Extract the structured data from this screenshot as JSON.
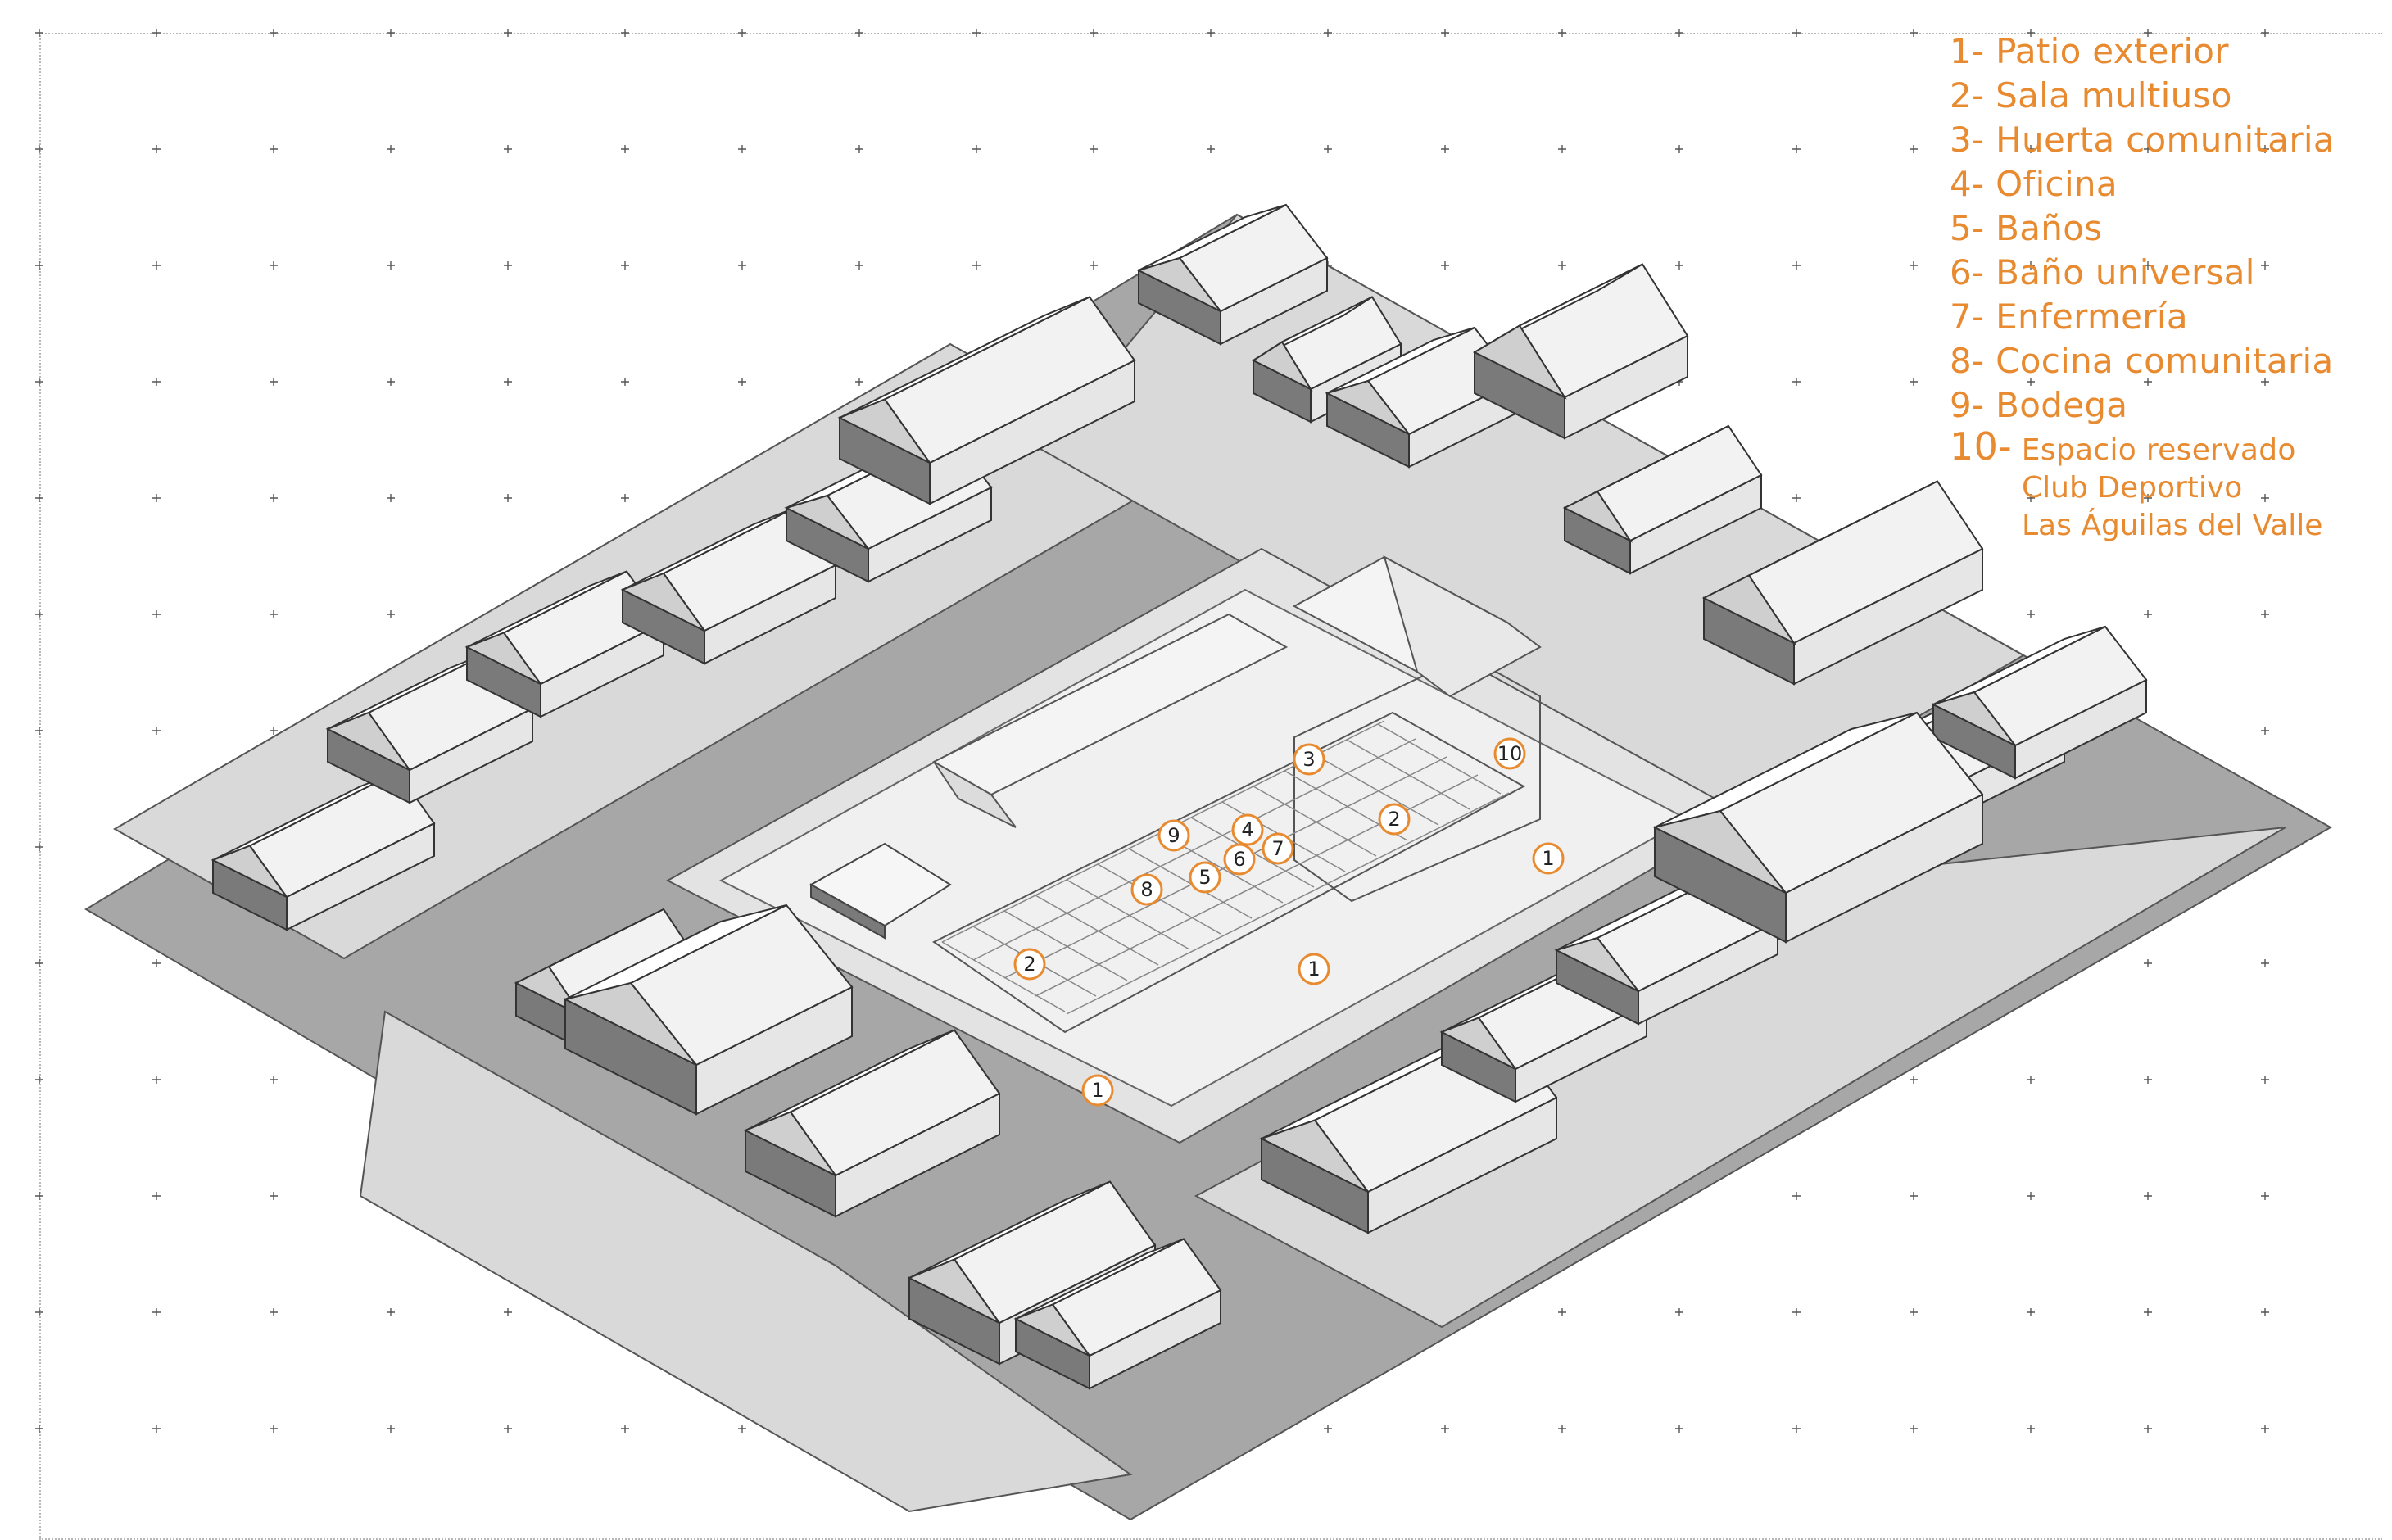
{
  "legend": {
    "color": "#e88a2f",
    "items": [
      {
        "num": "1-",
        "label": "Patio exterior"
      },
      {
        "num": "2-",
        "label": "Sala multiuso"
      },
      {
        "num": "3-",
        "label": "Huerta comunitaria"
      },
      {
        "num": "4-",
        "label": "Oficina"
      },
      {
        "num": "5-",
        "label": "Baños"
      },
      {
        "num": "6-",
        "label": "Baño universal"
      },
      {
        "num": "7-",
        "label": "Enfermería"
      },
      {
        "num": "8-",
        "label": "Cocina comunitaria"
      },
      {
        "num": "9-",
        "label": "Bodega"
      },
      {
        "num": "10-",
        "label": "Espacio reservado",
        "sub": [
          "Club Deportivo",
          "Las Águilas del Valle"
        ]
      }
    ]
  },
  "markers": [
    "1",
    "1",
    "1",
    "2",
    "2",
    "3",
    "4",
    "5",
    "6",
    "7",
    "8",
    "9",
    "10"
  ],
  "colors": {
    "road": "#a7a7a7",
    "block": "#d9d9d9",
    "roof": "#ffffff",
    "wall_dark": "#7a7a7a",
    "wall_light": "#e6e6e6",
    "line": "#333333",
    "accent": "#e88a2f"
  }
}
